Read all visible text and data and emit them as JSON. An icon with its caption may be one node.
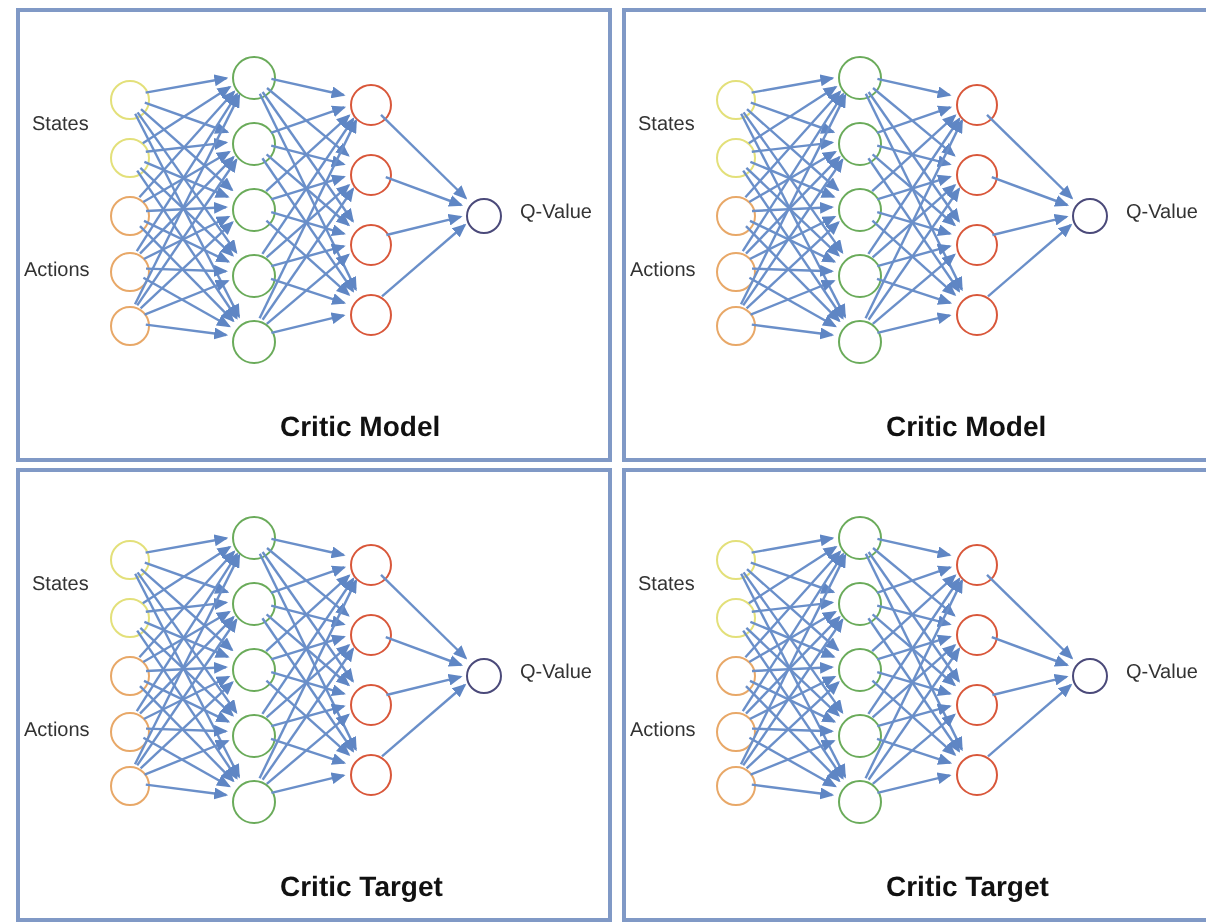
{
  "diagram": {
    "nodes": [
      {
        "text": [
          "Critic Model"
        ]
      },
      {
        "text": [],
        "shape": "circle",
        "in": 0
      },
      {
        "text": [],
        "shape": "circle",
        "in": 0
      },
      {
        "text": [],
        "shape": "circle",
        "in": 0
      },
      {
        "text": [],
        "shape": "circle",
        "in": 0
      },
      {
        "text": [],
        "shape": "circle",
        "in": 0
      },
      {
        "text": [],
        "shape": "circle",
        "in": 0
      },
      {
        "text": [],
        "shape": "circle",
        "in": 0
      },
      {
        "text": [],
        "shape": "circle",
        "in": 0
      },
      {
        "text": [],
        "shape": "circle",
        "in": 0
      },
      {
        "text": [],
        "shape": "circle",
        "in": 0
      },
      {
        "text": [],
        "shape": "circle",
        "in": 0
      },
      {
        "text": [],
        "shape": "circle",
        "in": 0
      },
      {
        "text": [],
        "shape": "circle",
        "in": 0
      },
      {
        "text": [],
        "shape": "circle",
        "in": 0
      },
      {
        "text": [],
        "shape": "circle",
        "in": 0,
        "beside": [
          "Q-Value"
        ]
      },
      {
        "text": [
          "Critic Model"
        ]
      },
      {
        "text": [],
        "shape": "circle",
        "in": 16
      },
      {
        "text": [],
        "shape": "circle",
        "in": 16
      },
      {
        "text": [],
        "shape": "circle",
        "in": 16
      },
      {
        "text": [],
        "shape": "circle",
        "in": 16
      },
      {
        "text": [],
        "shape": "circle",
        "in": 16
      },
      {
        "text": [],
        "shape": "circle",
        "in": 16
      },
      {
        "text": [],
        "shape": "circle",
        "in": 16
      },
      {
        "text": [],
        "shape": "circle",
        "in": 16
      },
      {
        "text": [],
        "shape": "circle",
        "in": 16
      },
      {
        "text": [],
        "shape": "circle",
        "in": 16
      },
      {
        "text": [],
        "shape": "circle",
        "in": 16
      },
      {
        "text": [],
        "shape": "circle",
        "in": 16
      },
      {
        "text": [],
        "shape": "circle",
        "in": 16
      },
      {
        "text": [],
        "shape": "circle",
        "in": 16
      },
      {
        "text": [],
        "shape": "circle",
        "in": 16,
        "beside": [
          "Q-Value"
        ]
      },
      {
        "text": [
          "Critic Target"
        ]
      },
      {
        "text": [],
        "shape": "circle",
        "in": 32
      },
      {
        "text": [],
        "shape": "circle",
        "in": 32
      },
      {
        "text": [],
        "shape": "circle",
        "in": 32
      },
      {
        "text": [],
        "shape": "circle",
        "in": 32
      },
      {
        "text": [],
        "shape": "circle",
        "in": 32
      },
      {
        "text": [],
        "shape": "circle",
        "in": 32
      },
      {
        "text": [],
        "shape": "circle",
        "in": 32
      },
      {
        "text": [],
        "shape": "circle",
        "in": 32
      },
      {
        "text": [],
        "shape": "circle",
        "in": 32
      },
      {
        "text": [],
        "shape": "circle",
        "in": 32
      },
      {
        "text": [],
        "shape": "circle",
        "in": 32
      },
      {
        "text": [],
        "shape": "circle",
        "in": 32
      },
      {
        "text": [],
        "shape": "circle",
        "in": 32
      },
      {
        "text": [],
        "shape": "circle",
        "in": 32
      },
      {
        "text": [],
        "shape": "circle",
        "in": 32,
        "beside": [
          "Q-Value"
        ]
      },
      {
        "text": [
          "Critic Target"
        ]
      },
      {
        "text": [],
        "shape": "circle",
        "in": 48
      },
      {
        "text": [],
        "shape": "circle",
        "in": 48
      },
      {
        "text": [],
        "shape": "circle",
        "in": 48
      },
      {
        "text": [],
        "shape": "circle",
        "in": 48
      },
      {
        "text": [],
        "shape": "circle",
        "in": 48
      },
      {
        "text": [],
        "shape": "circle",
        "in": 48
      },
      {
        "text": [],
        "shape": "circle",
        "in": 48
      },
      {
        "text": [],
        "shape": "circle",
        "in": 48
      },
      {
        "text": [],
        "shape": "circle",
        "in": 48
      },
      {
        "text": [],
        "shape": "circle",
        "in": 48
      },
      {
        "text": [],
        "shape": "circle",
        "in": 48
      },
      {
        "text": [],
        "shape": "circle",
        "in": 48
      },
      {
        "text": [],
        "shape": "circle",
        "in": 48
      },
      {
        "text": [],
        "shape": "circle",
        "in": 48
      },
      {
        "text": [],
        "shape": "circle",
        "in": 48,
        "beside": [
          "Q-Value"
        ]
      }
    ],
    "edges": [
      {
        "from": 1,
        "to": 6,
        "arrow": "to"
      },
      {
        "from": 1,
        "to": 7,
        "arrow": "to"
      },
      {
        "from": 1,
        "to": 8,
        "arrow": "to"
      },
      {
        "from": 1,
        "to": 9,
        "arrow": "to"
      },
      {
        "from": 1,
        "to": 10,
        "arrow": "to"
      },
      {
        "from": 2,
        "to": 6,
        "arrow": "to"
      },
      {
        "from": 2,
        "to": 7,
        "arrow": "to"
      },
      {
        "from": 2,
        "to": 8,
        "arrow": "to"
      },
      {
        "from": 2,
        "to": 9,
        "arrow": "to"
      },
      {
        "from": 2,
        "to": 10,
        "arrow": "to"
      },
      {
        "from": 3,
        "to": 6,
        "arrow": "to"
      },
      {
        "from": 3,
        "to": 7,
        "arrow": "to"
      },
      {
        "from": 3,
        "to": 8,
        "arrow": "to"
      },
      {
        "from": 3,
        "to": 9,
        "arrow": "to"
      },
      {
        "from": 3,
        "to": 10,
        "arrow": "to"
      },
      {
        "from": 4,
        "to": 6,
        "arrow": "to"
      },
      {
        "from": 4,
        "to": 7,
        "arrow": "to"
      },
      {
        "from": 4,
        "to": 8,
        "arrow": "to"
      },
      {
        "from": 4,
        "to": 9,
        "arrow": "to"
      },
      {
        "from": 4,
        "to": 10,
        "arrow": "to"
      },
      {
        "from": 5,
        "to": 6,
        "arrow": "to"
      },
      {
        "from": 5,
        "to": 7,
        "arrow": "to"
      },
      {
        "from": 5,
        "to": 8,
        "arrow": "to"
      },
      {
        "from": 5,
        "to": 9,
        "arrow": "to"
      },
      {
        "from": 5,
        "to": 10,
        "arrow": "to"
      },
      {
        "from": 6,
        "to": 11,
        "arrow": "to"
      },
      {
        "from": 6,
        "to": 12,
        "arrow": "to"
      },
      {
        "from": 6,
        "to": 13,
        "arrow": "to"
      },
      {
        "from": 6,
        "to": 14,
        "arrow": "to"
      },
      {
        "from": 7,
        "to": 11,
        "arrow": "to"
      },
      {
        "from": 7,
        "to": 12,
        "arrow": "to"
      },
      {
        "from": 7,
        "to": 13,
        "arrow": "to"
      },
      {
        "from": 7,
        "to": 14,
        "arrow": "to"
      },
      {
        "from": 8,
        "to": 11,
        "arrow": "to"
      },
      {
        "from": 8,
        "to": 12,
        "arrow": "to"
      },
      {
        "from": 8,
        "to": 13,
        "arrow": "to"
      },
      {
        "from": 8,
        "to": 14,
        "arrow": "to"
      },
      {
        "from": 9,
        "to": 11,
        "arrow": "to"
      },
      {
        "from": 9,
        "to": 12,
        "arrow": "to"
      },
      {
        "from": 9,
        "to": 13,
        "arrow": "to"
      },
      {
        "from": 9,
        "to": 14,
        "arrow": "to"
      },
      {
        "from": 10,
        "to": 11,
        "arrow": "to"
      },
      {
        "from": 10,
        "to": 12,
        "arrow": "to"
      },
      {
        "from": 10,
        "to": 13,
        "arrow": "to"
      },
      {
        "from": 10,
        "to": 14,
        "arrow": "to"
      },
      {
        "from": 11,
        "to": 15,
        "arrow": "to"
      },
      {
        "from": 12,
        "to": 15,
        "arrow": "to"
      },
      {
        "from": 13,
        "to": 15,
        "arrow": "to"
      },
      {
        "from": 14,
        "to": 15,
        "arrow": "to"
      },
      {
        "from": 17,
        "to": 22,
        "arrow": "to"
      },
      {
        "from": 17,
        "to": 23,
        "arrow": "to"
      },
      {
        "from": 17,
        "to": 24,
        "arrow": "to"
      },
      {
        "from": 17,
        "to": 25,
        "arrow": "to"
      },
      {
        "from": 17,
        "to": 26,
        "arrow": "to"
      },
      {
        "from": 18,
        "to": 22,
        "arrow": "to"
      },
      {
        "from": 18,
        "to": 23,
        "arrow": "to"
      },
      {
        "from": 18,
        "to": 24,
        "arrow": "to"
      },
      {
        "from": 18,
        "to": 25,
        "arrow": "to"
      },
      {
        "from": 18,
        "to": 26,
        "arrow": "to"
      },
      {
        "from": 19,
        "to": 22,
        "arrow": "to"
      },
      {
        "from": 19,
        "to": 23,
        "arrow": "to"
      },
      {
        "from": 19,
        "to": 24,
        "arrow": "to"
      },
      {
        "from": 19,
        "to": 25,
        "arrow": "to"
      },
      {
        "from": 19,
        "to": 26,
        "arrow": "to"
      },
      {
        "from": 20,
        "to": 22,
        "arrow": "to"
      },
      {
        "from": 20,
        "to": 23,
        "arrow": "to"
      },
      {
        "from": 20,
        "to": 24,
        "arrow": "to"
      },
      {
        "from": 20,
        "to": 25,
        "arrow": "to"
      },
      {
        "from": 20,
        "to": 26,
        "arrow": "to"
      },
      {
        "from": 21,
        "to": 22,
        "arrow": "to"
      },
      {
        "from": 21,
        "to": 23,
        "arrow": "to"
      },
      {
        "from": 21,
        "to": 24,
        "arrow": "to"
      },
      {
        "from": 21,
        "to": 25,
        "arrow": "to"
      },
      {
        "from": 21,
        "to": 26,
        "arrow": "to"
      },
      {
        "from": 22,
        "to": 27,
        "arrow": "to"
      },
      {
        "from": 22,
        "to": 28,
        "arrow": "to"
      },
      {
        "from": 22,
        "to": 29,
        "arrow": "to"
      },
      {
        "from": 22,
        "to": 30,
        "arrow": "to"
      },
      {
        "from": 23,
        "to": 27,
        "arrow": "to"
      },
      {
        "from": 23,
        "to": 28,
        "arrow": "to"
      },
      {
        "from": 23,
        "to": 29,
        "arrow": "to"
      },
      {
        "from": 23,
        "to": 30,
        "arrow": "to"
      },
      {
        "from": 24,
        "to": 27,
        "arrow": "to"
      },
      {
        "from": 24,
        "to": 28,
        "arrow": "to"
      },
      {
        "from": 24,
        "to": 29,
        "arrow": "to"
      },
      {
        "from": 24,
        "to": 30,
        "arrow": "to"
      },
      {
        "from": 25,
        "to": 27,
        "arrow": "to"
      },
      {
        "from": 25,
        "to": 28,
        "arrow": "to"
      },
      {
        "from": 25,
        "to": 29,
        "arrow": "to"
      },
      {
        "from": 25,
        "to": 30,
        "arrow": "to"
      },
      {
        "from": 26,
        "to": 27,
        "arrow": "to"
      },
      {
        "from": 26,
        "to": 28,
        "arrow": "to"
      },
      {
        "from": 26,
        "to": 29,
        "arrow": "to"
      },
      {
        "from": 26,
        "to": 30,
        "arrow": "to"
      },
      {
        "from": 27,
        "to": 31,
        "arrow": "to"
      },
      {
        "from": 28,
        "to": 31,
        "arrow": "to"
      },
      {
        "from": 29,
        "to": 31,
        "arrow": "to"
      },
      {
        "from": 30,
        "to": 31,
        "arrow": "to"
      },
      {
        "from": 33,
        "to": 38,
        "arrow": "to"
      },
      {
        "from": 33,
        "to": 39,
        "arrow": "to"
      },
      {
        "from": 33,
        "to": 40,
        "arrow": "to"
      },
      {
        "from": 33,
        "to": 41,
        "arrow": "to"
      },
      {
        "from": 33,
        "to": 42,
        "arrow": "to"
      },
      {
        "from": 34,
        "to": 38,
        "arrow": "to"
      },
      {
        "from": 34,
        "to": 39,
        "arrow": "to"
      },
      {
        "from": 34,
        "to": 40,
        "arrow": "to"
      },
      {
        "from": 34,
        "to": 41,
        "arrow": "to"
      },
      {
        "from": 34,
        "to": 42,
        "arrow": "to"
      },
      {
        "from": 35,
        "to": 38,
        "arrow": "to"
      },
      {
        "from": 35,
        "to": 39,
        "arrow": "to"
      },
      {
        "from": 35,
        "to": 40,
        "arrow": "to"
      },
      {
        "from": 35,
        "to": 41,
        "arrow": "to"
      },
      {
        "from": 35,
        "to": 42,
        "arrow": "to"
      },
      {
        "from": 36,
        "to": 38,
        "arrow": "to"
      },
      {
        "from": 36,
        "to": 39,
        "arrow": "to"
      },
      {
        "from": 36,
        "to": 40,
        "arrow": "to"
      },
      {
        "from": 36,
        "to": 41,
        "arrow": "to"
      },
      {
        "from": 36,
        "to": 42,
        "arrow": "to"
      },
      {
        "from": 37,
        "to": 38,
        "arrow": "to"
      },
      {
        "from": 37,
        "to": 39,
        "arrow": "to"
      },
      {
        "from": 37,
        "to": 40,
        "arrow": "to"
      },
      {
        "from": 37,
        "to": 41,
        "arrow": "to"
      },
      {
        "from": 37,
        "to": 42,
        "arrow": "to"
      },
      {
        "from": 38,
        "to": 43,
        "arrow": "to"
      },
      {
        "from": 38,
        "to": 44,
        "arrow": "to"
      },
      {
        "from": 38,
        "to": 45,
        "arrow": "to"
      },
      {
        "from": 38,
        "to": 46,
        "arrow": "to"
      },
      {
        "from": 39,
        "to": 43,
        "arrow": "to"
      },
      {
        "from": 39,
        "to": 44,
        "arrow": "to"
      },
      {
        "from": 39,
        "to": 45,
        "arrow": "to"
      },
      {
        "from": 39,
        "to": 46,
        "arrow": "to"
      },
      {
        "from": 40,
        "to": 43,
        "arrow": "to"
      },
      {
        "from": 40,
        "to": 44,
        "arrow": "to"
      },
      {
        "from": 40,
        "to": 45,
        "arrow": "to"
      },
      {
        "from": 40,
        "to": 46,
        "arrow": "to"
      },
      {
        "from": 41,
        "to": 43,
        "arrow": "to"
      },
      {
        "from": 41,
        "to": 44,
        "arrow": "to"
      },
      {
        "from": 41,
        "to": 45,
        "arrow": "to"
      },
      {
        "from": 41,
        "to": 46,
        "arrow": "to"
      },
      {
        "from": 42,
        "to": 43,
        "arrow": "to"
      },
      {
        "from": 42,
        "to": 44,
        "arrow": "to"
      },
      {
        "from": 42,
        "to": 45,
        "arrow": "to"
      },
      {
        "from": 42,
        "to": 46,
        "arrow": "to"
      },
      {
        "from": 43,
        "to": 47,
        "arrow": "to"
      },
      {
        "from": 44,
        "to": 47,
        "arrow": "to"
      },
      {
        "from": 45,
        "to": 47,
        "arrow": "to"
      },
      {
        "from": 46,
        "to": 47,
        "arrow": "to"
      },
      {
        "from": 49,
        "to": 54,
        "arrow": "to"
      },
      {
        "from": 49,
        "to": 55,
        "arrow": "to"
      },
      {
        "from": 49,
        "to": 56,
        "arrow": "to"
      },
      {
        "from": 49,
        "to": 57,
        "arrow": "to"
      },
      {
        "from": 49,
        "to": 58,
        "arrow": "to"
      },
      {
        "from": 50,
        "to": 54,
        "arrow": "to"
      },
      {
        "from": 50,
        "to": 55,
        "arrow": "to"
      },
      {
        "from": 50,
        "to": 56,
        "arrow": "to"
      },
      {
        "from": 50,
        "to": 57,
        "arrow": "to"
      },
      {
        "from": 50,
        "to": 58,
        "arrow": "to"
      },
      {
        "from": 51,
        "to": 54,
        "arrow": "to"
      },
      {
        "from": 51,
        "to": 55,
        "arrow": "to"
      },
      {
        "from": 51,
        "to": 56,
        "arrow": "to"
      },
      {
        "from": 51,
        "to": 57,
        "arrow": "to"
      },
      {
        "from": 51,
        "to": 58,
        "arrow": "to"
      },
      {
        "from": 52,
        "to": 54,
        "arrow": "to"
      },
      {
        "from": 52,
        "to": 55,
        "arrow": "to"
      },
      {
        "from": 52,
        "to": 56,
        "arrow": "to"
      },
      {
        "from": 52,
        "to": 57,
        "arrow": "to"
      },
      {
        "from": 52,
        "to": 58,
        "arrow": "to"
      },
      {
        "from": 53,
        "to": 54,
        "arrow": "to"
      },
      {
        "from": 53,
        "to": 55,
        "arrow": "to"
      },
      {
        "from": 53,
        "to": 56,
        "arrow": "to"
      },
      {
        "from": 53,
        "to": 57,
        "arrow": "to"
      },
      {
        "from": 53,
        "to": 58,
        "arrow": "to"
      },
      {
        "from": 54,
        "to": 59,
        "arrow": "to"
      },
      {
        "from": 54,
        "to": 60,
        "arrow": "to"
      },
      {
        "from": 54,
        "to": 61,
        "arrow": "to"
      },
      {
        "from": 54,
        "to": 62,
        "arrow": "to"
      },
      {
        "from": 55,
        "to": 59,
        "arrow": "to"
      },
      {
        "from": 55,
        "to": 60,
        "arrow": "to"
      },
      {
        "from": 55,
        "to": 61,
        "arrow": "to"
      },
      {
        "from": 55,
        "to": 62,
        "arrow": "to"
      },
      {
        "from": 56,
        "to": 59,
        "arrow": "to"
      },
      {
        "from": 56,
        "to": 60,
        "arrow": "to"
      },
      {
        "from": 56,
        "to": 61,
        "arrow": "to"
      },
      {
        "from": 56,
        "to": 62,
        "arrow": "to"
      },
      {
        "from": 57,
        "to": 59,
        "arrow": "to"
      },
      {
        "from": 57,
        "to": 60,
        "arrow": "to"
      },
      {
        "from": 57,
        "to": 61,
        "arrow": "to"
      },
      {
        "from": 57,
        "to": 62,
        "arrow": "to"
      },
      {
        "from": 58,
        "to": 59,
        "arrow": "to"
      },
      {
        "from": 58,
        "to": 60,
        "arrow": "to"
      },
      {
        "from": 58,
        "to": 61,
        "arrow": "to"
      },
      {
        "from": 58,
        "to": 62,
        "arrow": "to"
      },
      {
        "from": 59,
        "to": 63,
        "arrow": "to"
      },
      {
        "from": 60,
        "to": 63,
        "arrow": "to"
      },
      {
        "from": 61,
        "to": 63,
        "arrow": "to"
      },
      {
        "from": 62,
        "to": 63,
        "arrow": "to"
      }
    ],
    "labels": [
      "States",
      "Actions",
      "States",
      "Actions",
      "States",
      "Actions",
      "States",
      "Actions"
    ]
  }
}
